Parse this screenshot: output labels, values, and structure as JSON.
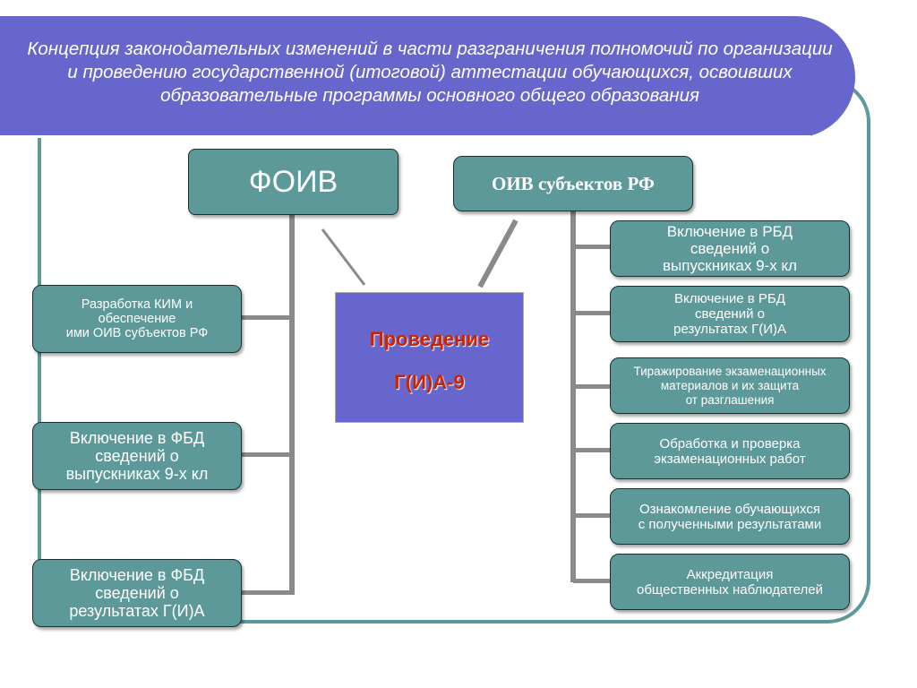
{
  "header": {
    "title": "Концепция законодательных изменений в части разграничения полномочий по организации и проведению государственной (итоговой) аттестации обучающихся, освоивших образовательные программы основного общего образования"
  },
  "foiv": {
    "title": "ФОИВ",
    "items": [
      "Разработка КИМ и\nобеспечение\nими ОИВ субъектов РФ",
      "Включение в ФБД\nсведений о\nвыпускниках 9-х кл",
      "Включение в ФБД\nсведений о\nрезультатах Г(И)А"
    ]
  },
  "oiv": {
    "title": "ОИВ субъектов РФ",
    "items": [
      "Включение в РБД\nсведений о\nвыпускниках 9-х кл",
      "Включение в РБД\nсведений о\nрезультатах Г(И)А",
      "Тиражирование экзаменационных\nматериалов и их защита\nот разглашения",
      "Обработка и проверка\nэкзаменационных работ",
      "Ознакомление обучающихся\nс полученными результатами",
      "Аккредитация\nобщественных наблюдателей"
    ]
  },
  "center": {
    "line1": "Проведение",
    "line2": "Г(И)А-9"
  },
  "colors": {
    "header": "#6766cc",
    "box": "#5e9999",
    "accent_text": "#cc2200"
  }
}
